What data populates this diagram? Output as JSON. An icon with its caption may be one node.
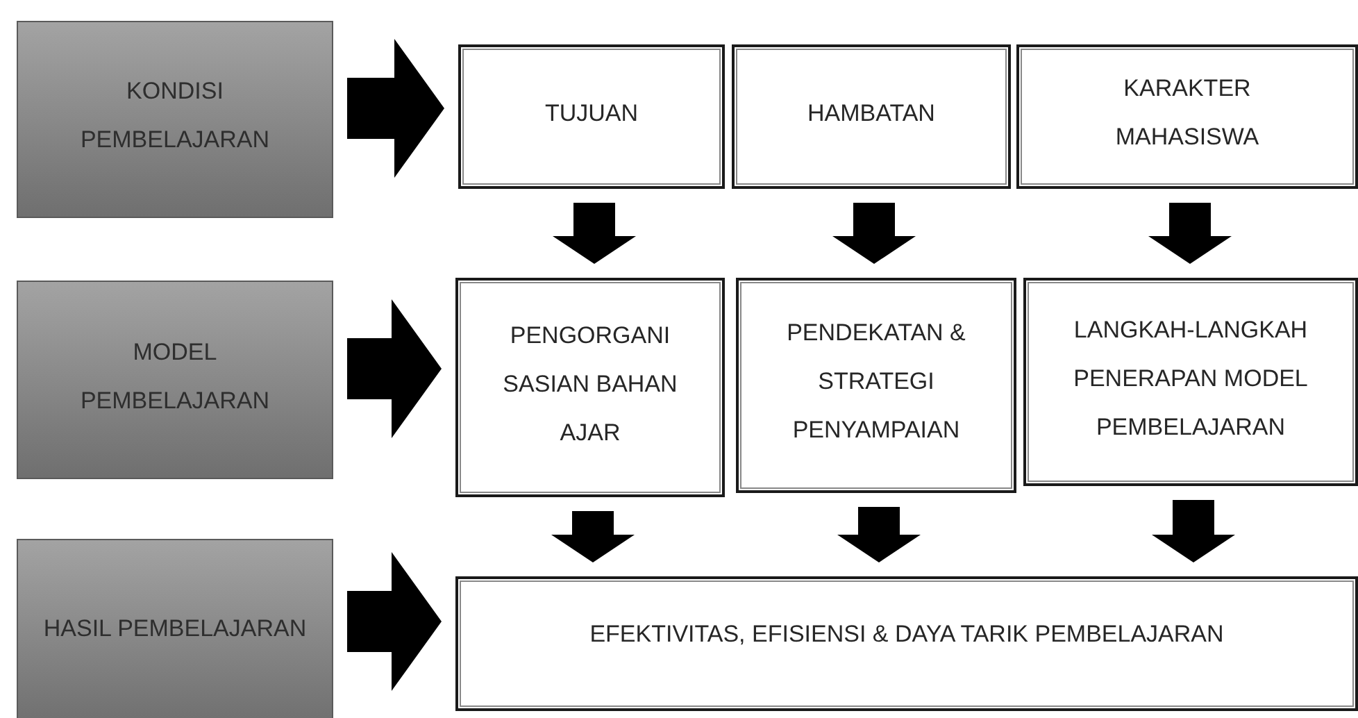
{
  "diagram": {
    "nodes": [
      {
        "text": [
          "KONDISI PEMBELAJARAN"
        ]
      },
      {
        "text": [
          "TUJUAN"
        ]
      },
      {
        "text": [
          "HAMBATAN"
        ]
      },
      {
        "text": [
          "KARAKTER MAHASISWA"
        ]
      },
      {
        "text": [
          "MODEL PEMBELAJARAN"
        ]
      },
      {
        "text": [
          "PENGORGANI SASIAN BAHAN AJAR"
        ]
      },
      {
        "text": [
          "PENDEKATAN & STRATEGI PENYAMPAIAN"
        ]
      },
      {
        "text": [
          "LANGKAH-LANGKAH PENERAPAN MODEL PEMBELAJARAN"
        ]
      },
      {
        "text": [
          "HASIL PEMBELAJARAN"
        ]
      },
      {
        "text": [
          "EFEKTIVITAS, EFISIENSI & DAYA TARIK PEMBELAJARAN"
        ]
      }
    ],
    "edges": [
      {
        "from": 0,
        "to": 1,
        "arrow": "to"
      },
      {
        "from": 1,
        "to": 5,
        "arrow": "to"
      },
      {
        "from": 2,
        "to": 6,
        "arrow": "to"
      },
      {
        "from": 3,
        "to": 7,
        "arrow": "to"
      },
      {
        "from": 4,
        "to": 5,
        "arrow": "to"
      },
      {
        "from": 5,
        "to": 9,
        "arrow": "to"
      },
      {
        "from": 6,
        "to": 9,
        "arrow": "to"
      },
      {
        "from": 7,
        "to": 9,
        "arrow": "to"
      },
      {
        "from": 8,
        "to": 9,
        "arrow": "to"
      }
    ]
  }
}
